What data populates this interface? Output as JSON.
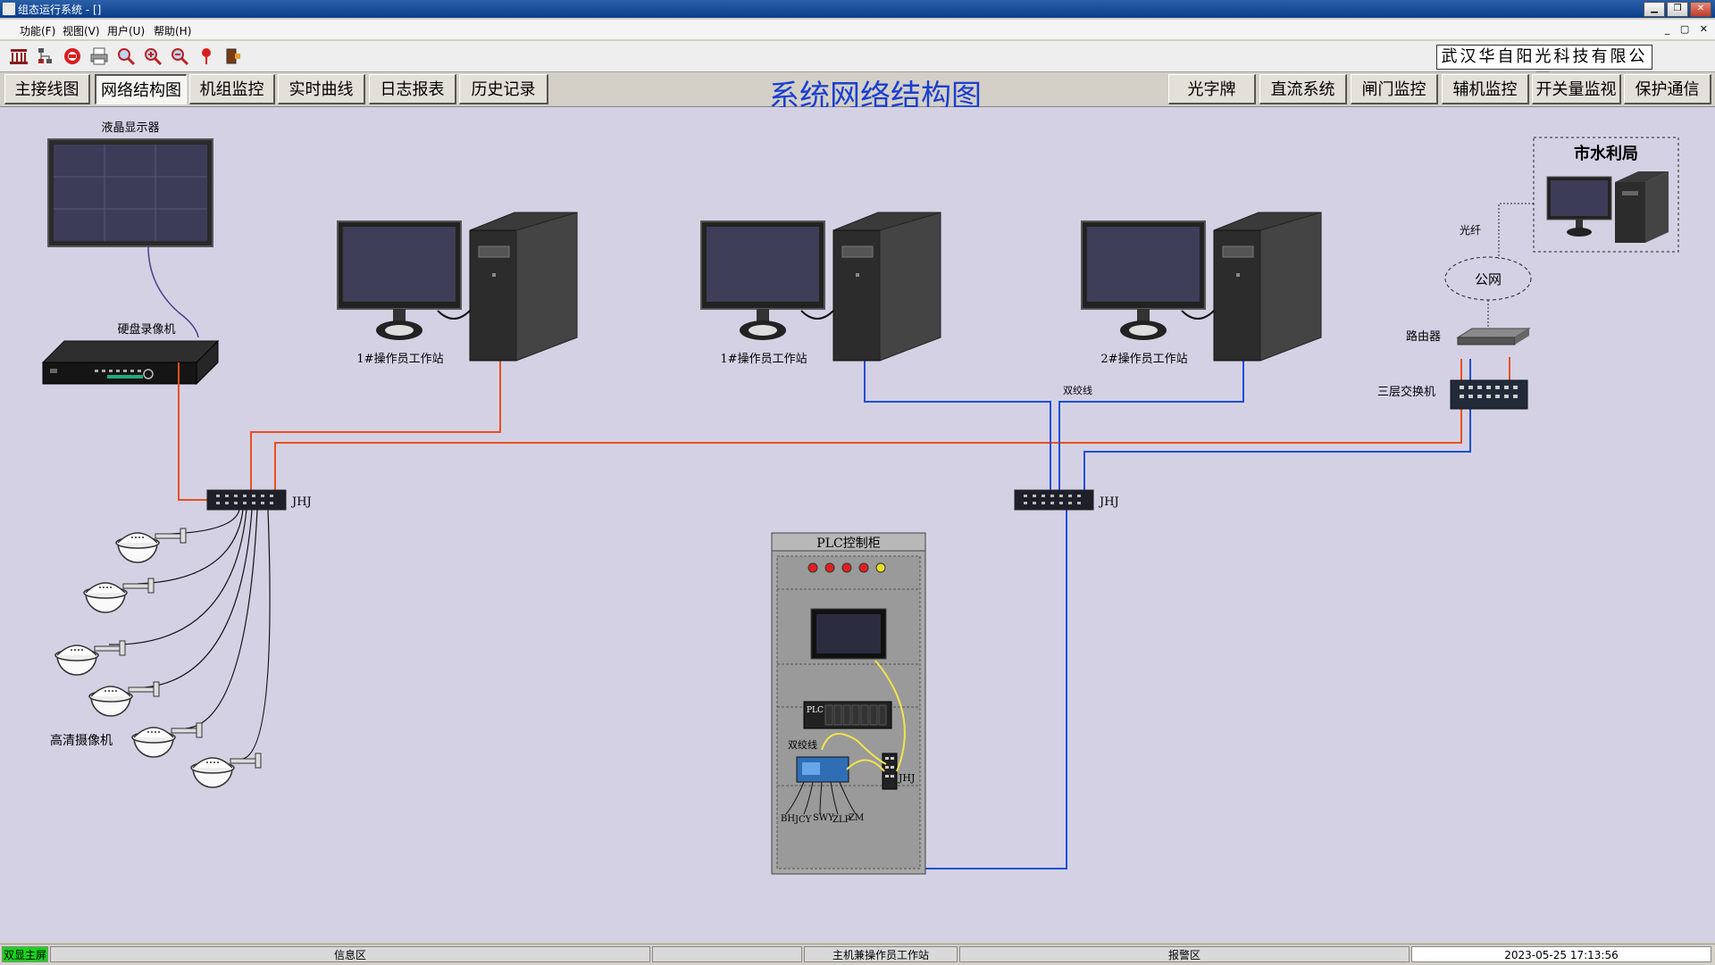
{
  "window": {
    "title": "组态运行系统 - []"
  },
  "menu": [
    "功能(F)",
    "视图(V)",
    "用户(U)",
    "帮助(H)"
  ],
  "mdi_controls": "_ ▢ ✕",
  "toolbar": {
    "icons": [
      "building-icon",
      "network-icon",
      "stop-icon",
      "printer-icon",
      "zoom-icon",
      "zoom-in-icon",
      "zoom-out-icon",
      "alarm-icon",
      "exit-icon"
    ],
    "company": "武汉华自阳光科技有限公司"
  },
  "nav_left": [
    "主接线图",
    "网络结构图",
    "机组监控",
    "实时曲线",
    "日志报表",
    "历史记录"
  ],
  "nav_active": "网络结构图",
  "page_title": "系统网络结构图",
  "nav_right": [
    "光字牌",
    "直流系统",
    "闸门监控",
    "辅机监控",
    "开关量监视",
    "保护通信"
  ],
  "diagram": {
    "lcd_label": "液晶显示器",
    "dvr_label": "硬盘录像机",
    "camera_label": "高清摄像机",
    "ws1_label": "1#操作员工作站",
    "ws2_label": "1#操作员工作站",
    "ws3_label": "2#操作员工作站",
    "twisted_pair_label": "双绞线",
    "switch1_label": "JHJ",
    "switch2_label": "JHJ",
    "bureau_label": "市水利局",
    "fiber_label": "光纤",
    "public_net_label": "公网",
    "router_label": "路由器",
    "l3switch_label": "三层交换机",
    "plc_cabinet_label": "PLC控制柜",
    "plc_label": "PLC",
    "plc_twisted_label": "双绞线",
    "plc_switch_label": "JHJ",
    "plc_device_labels": [
      "BH",
      "JCY",
      "SWY",
      "ZLP",
      "ZM"
    ],
    "lamp_colors": [
      "#e02020",
      "#e02020",
      "#e02020",
      "#e02020",
      "#e8e020"
    ]
  },
  "status": {
    "screen_mode": "双显主屏",
    "info_area": "信息区",
    "station": "主机兼操作员工作站",
    "alarm_area": "报警区",
    "datetime": "2023-05-25 17:13:56"
  }
}
